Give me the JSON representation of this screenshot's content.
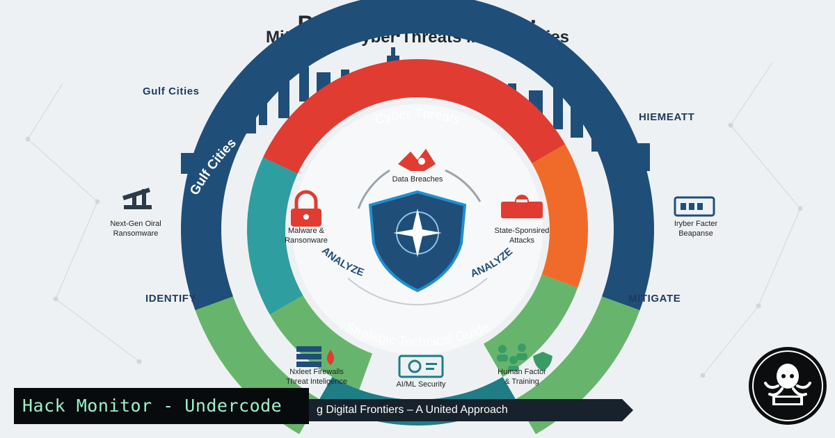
{
  "title": {
    "line1": "PerilScope Analysis:",
    "line2": "Mitigating Cyber Threats in Gulf Cities"
  },
  "ring": {
    "outer_label": "Gulf Cities",
    "top_arc_label": "Cyber Threats",
    "bottom_arc_label": "Strategic Technical Guide",
    "inner_left_label": "ANALYZE",
    "inner_right_label": "ANALYZE"
  },
  "threats": {
    "top": "Data Breaches",
    "left": "Malware &\nRansonware",
    "right": "State-Sponsired\nAttacks"
  },
  "side_labels": {
    "top_left": "Gulf Cities",
    "top_right": "HIEMEATT",
    "mid_left": "Next-Gen Oiral\nRansomware",
    "mid_right": "Iryber Facter\nBeapanse",
    "low_left": "IDENTIFY",
    "low_right": "MITIGATE"
  },
  "bottom_items": [
    {
      "label": "Nxleet Firewalls\nThreat Inteligence",
      "icon": "firewall-icon"
    },
    {
      "label": "AI/ML Security",
      "icon": "ai-scan-icon"
    },
    {
      "label": "Human Factor\n& Training",
      "icon": "people-shield-icon"
    }
  ],
  "banner": {
    "text": "g Digital Frontiers – A United Approach"
  },
  "brand": {
    "text": "Hack Monitor - Undercode"
  },
  "colors": {
    "navy": "#1f4e79",
    "red": "#e03c31",
    "orange": "#f06b2a",
    "green": "#67b56c",
    "teal": "#2e9ea0",
    "dark_teal": "#1f7d86"
  }
}
